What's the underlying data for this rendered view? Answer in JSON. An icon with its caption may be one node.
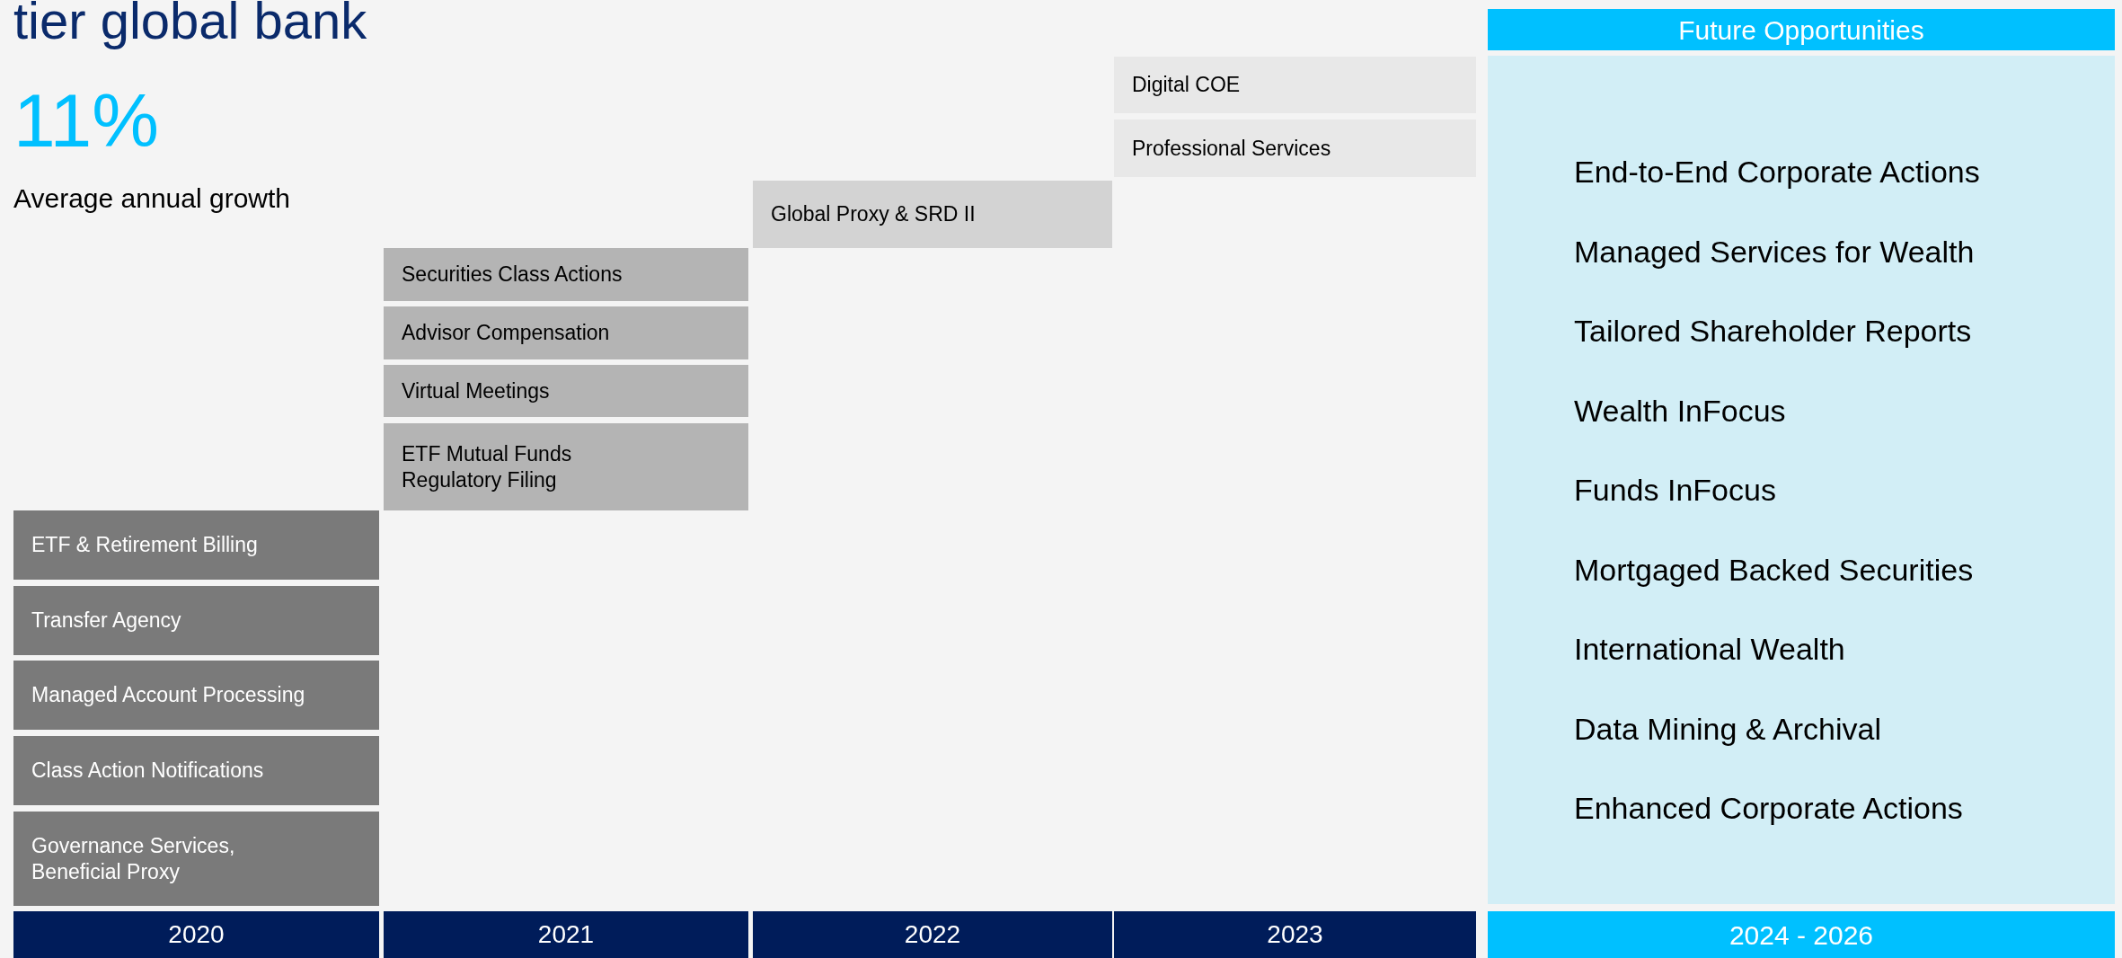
{
  "diagram": {
    "title": "tier global bank",
    "nodes": [
      {
        "text": [
          "Digital COE"
        ]
      },
      {
        "text": [
          "Professional Services"
        ]
      },
      {
        "text": [
          "Global Proxy & SRD II"
        ]
      },
      {
        "text": [
          "Securities Class Actions"
        ]
      },
      {
        "text": [
          "Advisor Compensation"
        ]
      },
      {
        "text": [
          "Virtual Meetings"
        ]
      },
      {
        "text": [
          "ETF Mutual Funds Regulatory Filing"
        ]
      },
      {
        "text": [
          "ETF & Retirement Billing"
        ]
      },
      {
        "text": [
          "Transfer Agency"
        ]
      },
      {
        "text": [
          "Managed Account Processing"
        ]
      },
      {
        "text": [
          "Class Action Notifications"
        ]
      },
      {
        "text": [
          "Governance Services, Beneficial Proxy"
        ]
      },
      {
        "text": [
          "Future Opportunities"
        ]
      },
      {
        "text": [
          "End-to-End Corporate Actions",
          "Managed Services for Wealth",
          "Tailored Shareholder Reports",
          "Wealth InFocus",
          "Funds InFocus",
          "Mortgaged Backed Securities",
          "International Wealth",
          "Data Mining & Archival",
          "Enhanced Corporate Actions"
        ]
      },
      {
        "text": [
          "2020"
        ]
      },
      {
        "text": [
          "2021"
        ]
      },
      {
        "text": [
          "2022"
        ]
      },
      {
        "text": [
          "2023"
        ]
      },
      {
        "text": [
          "2024 - 2026"
        ]
      }
    ],
    "labels": [
      "11%",
      "Average annual growth"
    ]
  }
}
